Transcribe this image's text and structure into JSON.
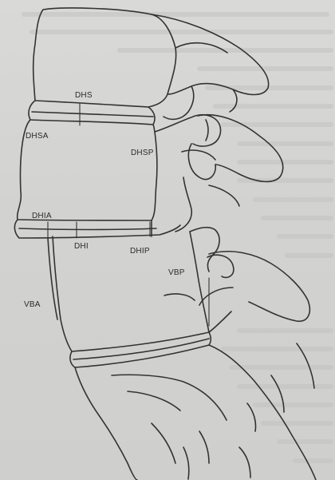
{
  "figure": {
    "labels": {
      "dhs": "DHS",
      "dhsa": "DHSA",
      "dhsp": "DHSP",
      "dhia": "DHIA",
      "dhi": "DHI",
      "dhip": "DHIP",
      "vbp": "VBP",
      "vba": "VBA"
    },
    "colors": {
      "ink": "#333333",
      "page": "#d4d4d2",
      "bleed_text": "#c2c2c0"
    }
  }
}
